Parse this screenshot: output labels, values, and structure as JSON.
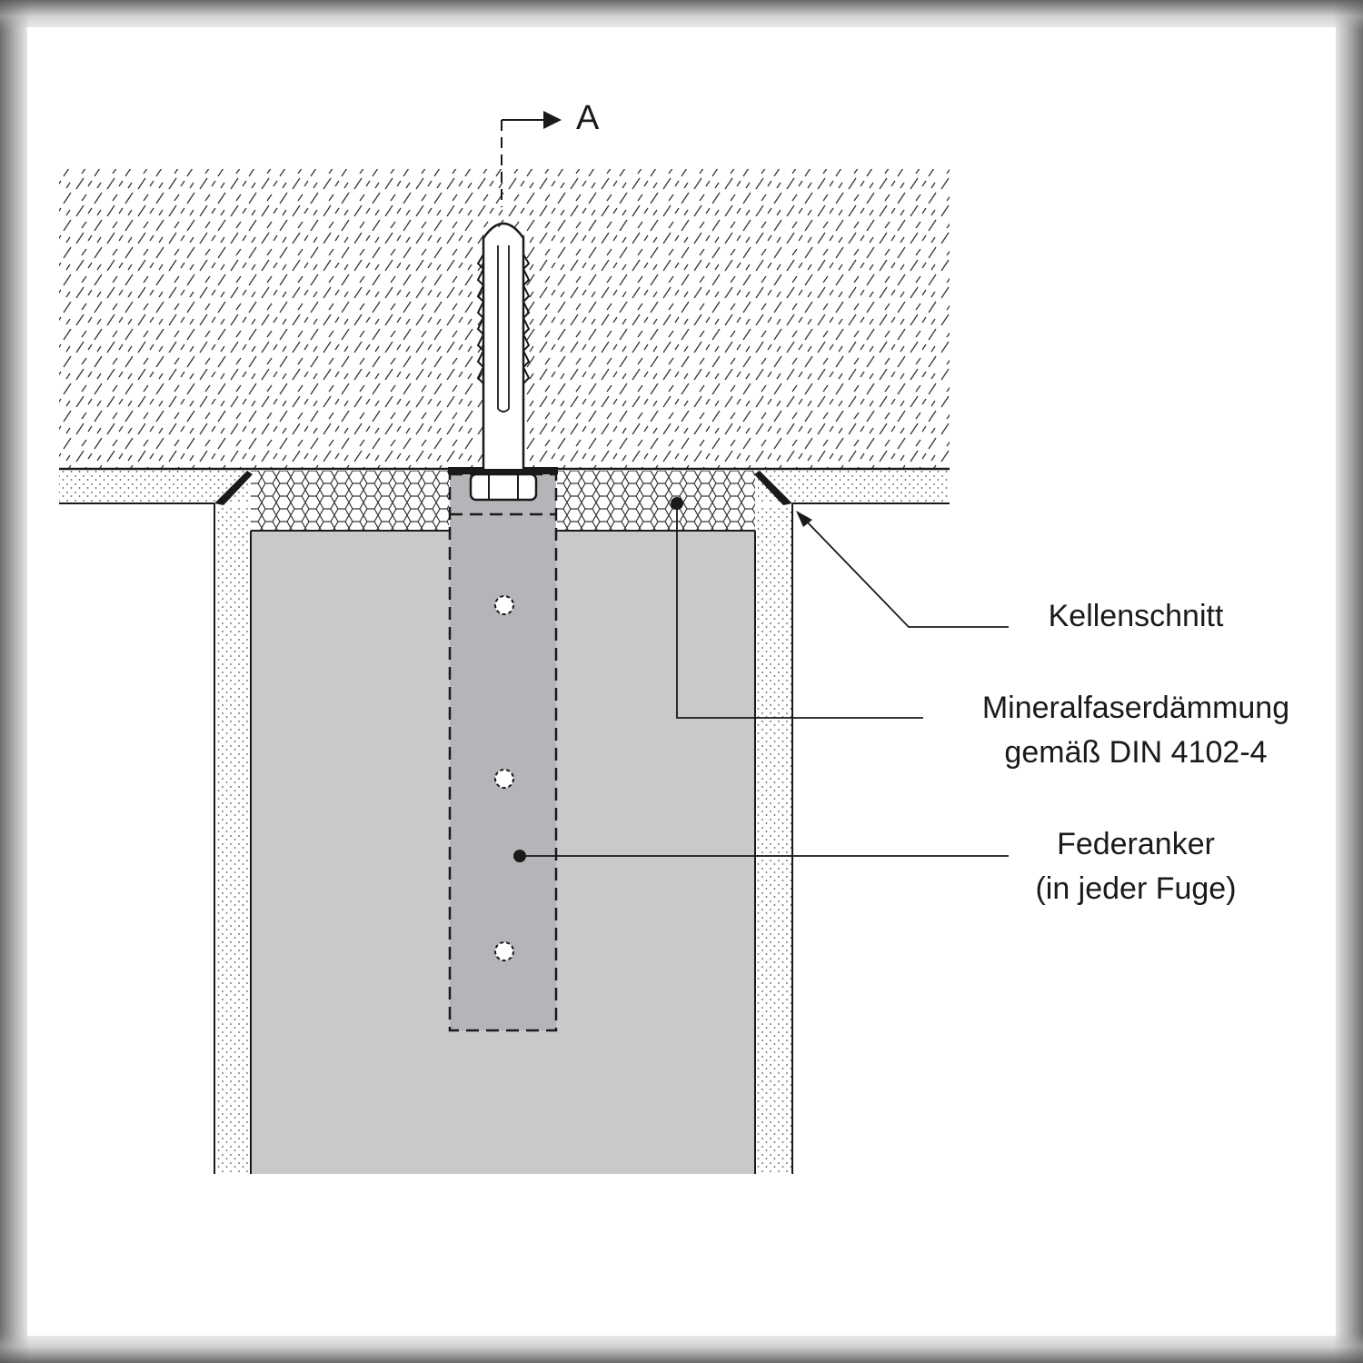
{
  "section_marker": "A",
  "labels": {
    "kellenschnitt": "Kellenschnitt",
    "daemmung_line1": "Mineralfaserdämmung",
    "daemmung_line2": "gemäß DIN 4102-4",
    "federanker_line1": "Federanker",
    "federanker_line2": "(in jeder Fuge)"
  },
  "colors": {
    "concrete_hatch": "#333333",
    "panel_fill": "#c8c9cb",
    "anchor_fill": "#b4b5b8",
    "line": "#1a1a1a"
  }
}
